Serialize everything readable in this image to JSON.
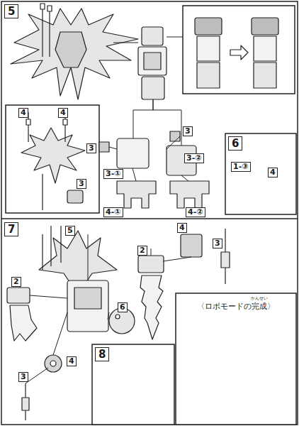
{
  "diagram": {
    "nodes": [
      {
        "text": [
          "5"
        ]
      },
      {
        "text": [
          "6"
        ]
      },
      {
        "text": [
          "7"
        ]
      },
      {
        "text": [
          "8"
        ]
      },
      {
        "text": [
          "かんせい",
          "〈ロボモードの完成〉"
        ]
      }
    ],
    "labels": [
      "4",
      "4",
      "3",
      "3",
      "3",
      "3-②",
      "3-①",
      "4-①",
      "4-②",
      "1-③",
      "4",
      "5",
      "2",
      "4",
      "3",
      "2",
      "6",
      "4",
      "3"
    ]
  }
}
